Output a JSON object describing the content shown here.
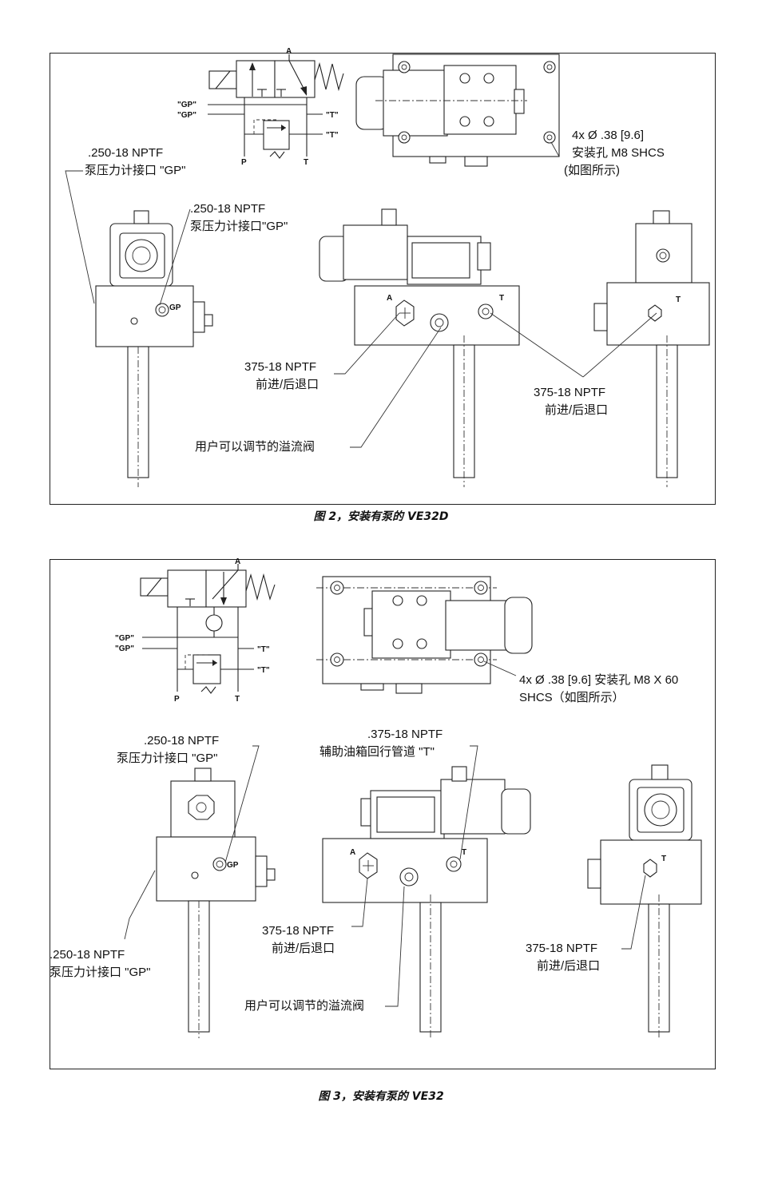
{
  "figure2": {
    "caption": "图 2，安装有泵的 VE32D",
    "schematic": {
      "gp1": "\"GP\"",
      "gp2": "\"GP\"",
      "t1": "\"T\"",
      "t2": "\"T\"",
      "p": "P",
      "t": "T",
      "a": "A"
    },
    "labels": {
      "gp_left_1": ".250-18 NPTF",
      "gp_left_2": "泵压力计接口 \"GP\"",
      "gp_mid_1": ".250-18 NPTF",
      "gp_mid_2": "泵压力计接口\"GP\"",
      "mount_1": "4x Ø .38 [9.6]",
      "mount_2": "安装孔 M8 SHCS",
      "mount_3": "(如图所示)",
      "port_a_1": "375-18 NPTF",
      "port_a_2": "前进/后退口",
      "port_t_1": "375-18 NPTF",
      "port_t_2": "前进/后退口",
      "relief": "用户可以调节的溢流阀",
      "gp_tag": "GP",
      "a_tag": "A",
      "t_tag": "T",
      "t_tag_right": "T"
    }
  },
  "figure3": {
    "caption": "图 3，安装有泵的 VE32",
    "schematic": {
      "gp1": "\"GP\"",
      "gp2": "\"GP\"",
      "t1": "\"T\"",
      "t2": "\"T\"",
      "p": "P",
      "t": "T",
      "a": "A"
    },
    "labels": {
      "gp_mid_1": ".250-18 NPTF",
      "gp_mid_2": "泵压力计接口 \"GP\"",
      "tank_1": ".375-18 NPTF",
      "tank_2": "辅助油箱回行管道 \"T\"",
      "mount_1": "4x Ø .38 [9.6] 安装孔 M8 X 60",
      "mount_2": "SHCS（如图所示）",
      "gp_left_1": ".250-18 NPTF",
      "gp_left_2": "泵压力计接口 \"GP\"",
      "port_a_1": "375-18 NPTF",
      "port_a_2": "前进/后退口",
      "port_t_1": "375-18 NPTF",
      "port_t_2": "前进/后退口",
      "relief": "用户可以调节的溢流阀",
      "gp_tag": "GP",
      "a_tag": "A",
      "t_tag": "T",
      "t_tag_right": "T"
    }
  }
}
